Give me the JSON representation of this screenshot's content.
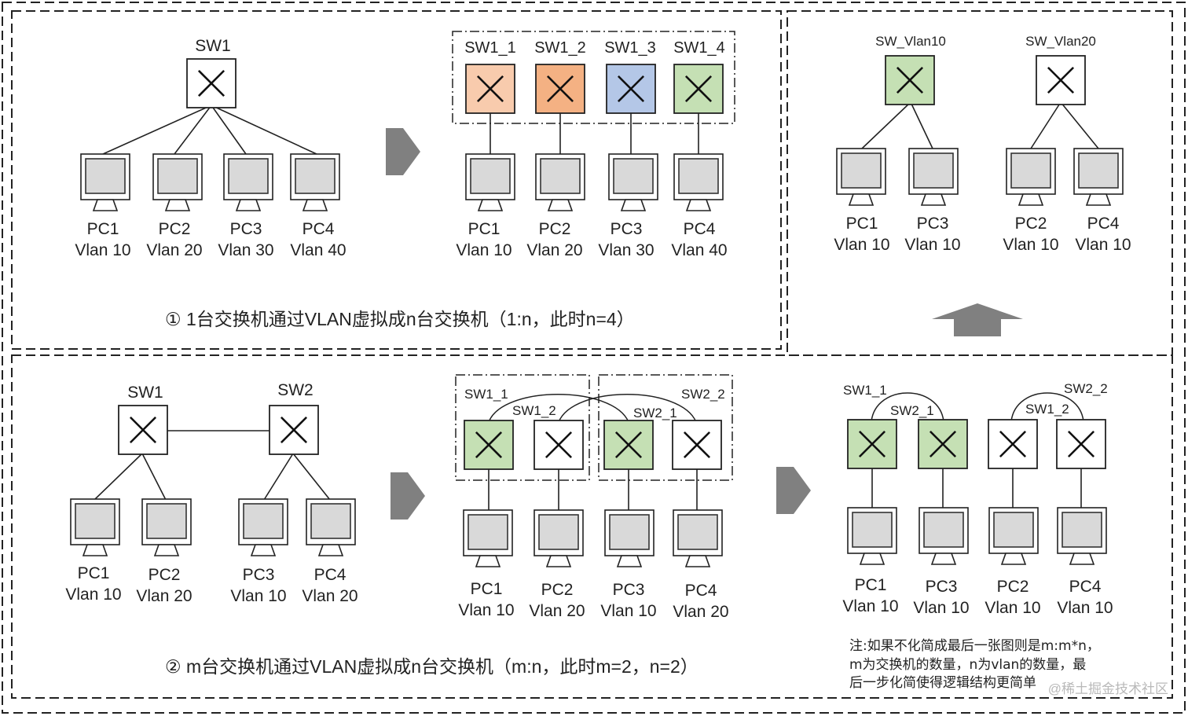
{
  "colors": {
    "peach": "#f8cbad",
    "orange": "#f4b183",
    "blue": "#b4c7e7",
    "green": "#c5e0b4",
    "white": "#ffffff",
    "arrow": "#808080",
    "pc_screen": "#d9d9d9"
  },
  "icons": {
    "switch": "switch-x-icon",
    "pc": "monitor-icon",
    "arrow": "block-arrow-icon"
  },
  "panel1": {
    "sw1": "SW1",
    "pcs": [
      {
        "name": "PC1",
        "vlan": "Vlan 10"
      },
      {
        "name": "PC2",
        "vlan": "Vlan 20"
      },
      {
        "name": "PC3",
        "vlan": "Vlan 30"
      },
      {
        "name": "PC4",
        "vlan": "Vlan 40"
      }
    ],
    "virtual_switches": [
      "SW1_1",
      "SW1_2",
      "SW1_3",
      "SW1_4"
    ],
    "virtual_pcs": [
      {
        "name": "PC1",
        "vlan": "Vlan 10"
      },
      {
        "name": "PC2",
        "vlan": "Vlan 20"
      },
      {
        "name": "PC3",
        "vlan": "Vlan 30"
      },
      {
        "name": "PC4",
        "vlan": "Vlan 40"
      }
    ],
    "caption": "① 1台交换机通过VLAN虚拟成n台交换机（1:n，此时n=4）"
  },
  "panel_top_right": {
    "switches": [
      "SW_Vlan10",
      "SW_Vlan20"
    ],
    "pcs": [
      {
        "name": "PC1",
        "vlan": "Vlan 10"
      },
      {
        "name": "PC3",
        "vlan": "Vlan 10"
      },
      {
        "name": "PC2",
        "vlan": "Vlan 10"
      },
      {
        "name": "PC4",
        "vlan": "Vlan 10"
      }
    ]
  },
  "panel2": {
    "sw1": "SW1",
    "sw2": "SW2",
    "pcs": [
      {
        "name": "PC1",
        "vlan": "Vlan 10"
      },
      {
        "name": "PC2",
        "vlan": "Vlan 20"
      },
      {
        "name": "PC3",
        "vlan": "Vlan 10"
      },
      {
        "name": "PC4",
        "vlan": "Vlan 20"
      }
    ],
    "virtual_labels": [
      "SW1_1",
      "SW1_2",
      "SW2_1",
      "SW2_2"
    ],
    "virtual_pcs": [
      {
        "name": "PC1",
        "vlan": "Vlan 10"
      },
      {
        "name": "PC2",
        "vlan": "Vlan 20"
      },
      {
        "name": "PC3",
        "vlan": "Vlan 10"
      },
      {
        "name": "PC4",
        "vlan": "Vlan 20"
      }
    ],
    "regrouped_labels": [
      "SW1_1",
      "SW2_1",
      "SW2_2",
      "SW1_2"
    ],
    "regrouped_pcs": [
      {
        "name": "PC1",
        "vlan": "Vlan 10"
      },
      {
        "name": "PC3",
        "vlan": "Vlan 10"
      },
      {
        "name": "PC2",
        "vlan": "Vlan 10"
      },
      {
        "name": "PC4",
        "vlan": "Vlan 10"
      }
    ],
    "caption": "② m台交换机通过VLAN虚拟成n台交换机（m:n，此时m=2，n=2）",
    "note": [
      "注:如果不化简成最后一张图则是m:m*n，",
      "m为交换机的数量，n为vlan的数量，最",
      "后一步化简使得逻辑结构更简单"
    ]
  },
  "watermark": "@稀土掘金技术社区"
}
